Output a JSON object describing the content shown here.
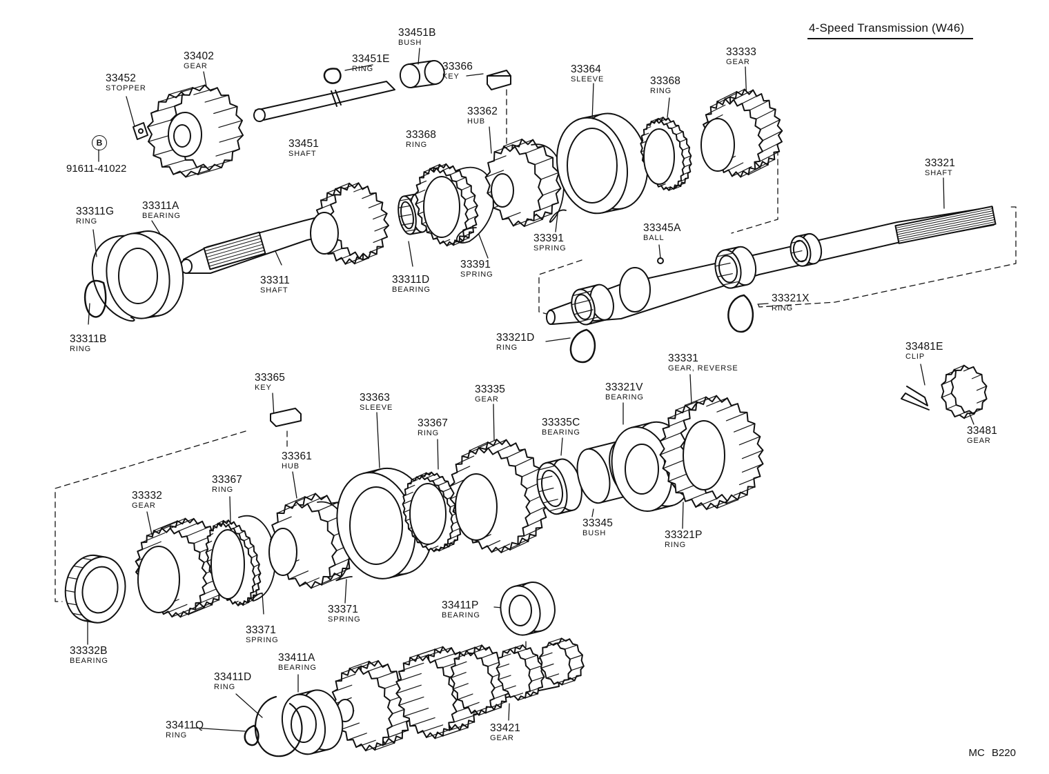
{
  "title": "4-Speed Transmission (W46)",
  "reference_code": "MC  B220",
  "bolt": {
    "badge": "B",
    "part_no": "91611-41022"
  },
  "labels": {
    "p33452": {
      "number": "33452",
      "name": "STOPPER"
    },
    "p33402": {
      "number": "33402",
      "name": "GEAR"
    },
    "p33451E": {
      "number": "33451E",
      "name": "RING"
    },
    "p33451B": {
      "number": "33451B",
      "name": "BUSH"
    },
    "p33451": {
      "number": "33451",
      "name": "SHAFT"
    },
    "p33366": {
      "number": "33366",
      "name": "KEY"
    },
    "p33362": {
      "number": "33362",
      "name": "HUB"
    },
    "p33364": {
      "number": "33364",
      "name": "SLEEVE"
    },
    "p33368a": {
      "number": "33368",
      "name": "RING"
    },
    "p33368b": {
      "number": "33368",
      "name": "RING"
    },
    "p33333": {
      "number": "33333",
      "name": "GEAR"
    },
    "p33321": {
      "number": "33321",
      "name": "SHAFT"
    },
    "p33311G": {
      "number": "33311G",
      "name": "RING"
    },
    "p33311A": {
      "number": "33311A",
      "name": "BEARING"
    },
    "p33311": {
      "number": "33311",
      "name": "SHAFT"
    },
    "p33311D": {
      "number": "33311D",
      "name": "BEARING"
    },
    "p33391a": {
      "number": "33391",
      "name": "SPRING"
    },
    "p33391b": {
      "number": "33391",
      "name": "SPRING"
    },
    "p33345A": {
      "number": "33345A",
      "name": "BALL"
    },
    "p33321X": {
      "number": "33321X",
      "name": "RING"
    },
    "p33321D": {
      "number": "33321D",
      "name": "RING"
    },
    "p33311B": {
      "number": "33311B",
      "name": "RING"
    },
    "p33481E": {
      "number": "33481E",
      "name": "CLIP"
    },
    "p33481": {
      "number": "33481",
      "name": "GEAR"
    },
    "p33365": {
      "number": "33365",
      "name": "KEY"
    },
    "p33363": {
      "number": "33363",
      "name": "SLEEVE"
    },
    "p33335": {
      "number": "33335",
      "name": "GEAR"
    },
    "p33331": {
      "number": "33331",
      "name": "GEAR, REVERSE"
    },
    "p33321V": {
      "number": "33321V",
      "name": "BEARING"
    },
    "p33367a": {
      "number": "33367",
      "name": "RING"
    },
    "p33367b": {
      "number": "33367",
      "name": "RING"
    },
    "p33335C": {
      "number": "33335C",
      "name": "BEARING"
    },
    "p33361": {
      "number": "33361",
      "name": "HUB"
    },
    "p33332": {
      "number": "33332",
      "name": "GEAR"
    },
    "p33345": {
      "number": "33345",
      "name": "BUSH"
    },
    "p33321P": {
      "number": "33321P",
      "name": "RING"
    },
    "p33371a": {
      "number": "33371",
      "name": "SPRING"
    },
    "p33371b": {
      "number": "33371",
      "name": "SPRING"
    },
    "p33332B": {
      "number": "33332B",
      "name": "BEARING"
    },
    "p33411P": {
      "number": "33411P",
      "name": "BEARING"
    },
    "p33411A": {
      "number": "33411A",
      "name": "BEARING"
    },
    "p33411D": {
      "number": "33411D",
      "name": "RING"
    },
    "p33411Q": {
      "number": "33411Q",
      "name": "RING"
    },
    "p33421": {
      "number": "33421",
      "name": "GEAR"
    }
  }
}
